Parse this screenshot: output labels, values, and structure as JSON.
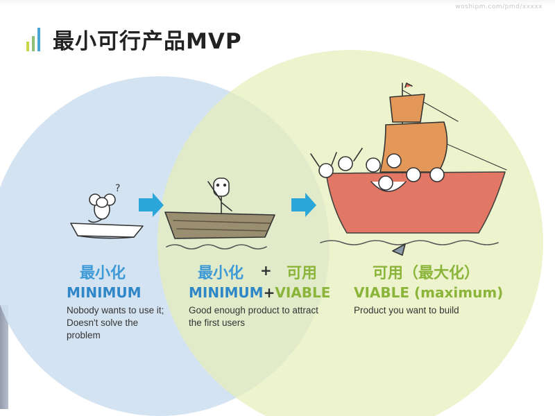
{
  "watermark": "woshipm.com/pmd/xxxxx",
  "title": "最小可行产品MVP",
  "colors": {
    "minimum_circle": "#cfe0f1",
    "viable_circle": "#e6efb9",
    "cn_blue": "#3d9ad6",
    "en_blue": "#2f87c8",
    "green": "#8bb43a",
    "arrow": "#2aa6d9",
    "sail": "#e3985a",
    "hull": "#e26d5e",
    "boat": "#9a8e70"
  },
  "stages": [
    {
      "label_cn": "最小化",
      "label_en": "MINIMUM",
      "description": [
        "Nobody wants to use it;",
        "Doesn't solve the",
        "problem"
      ],
      "icon": "mouse-in-small-boat"
    },
    {
      "label_cn_a": "最小化",
      "plus": "+",
      "label_cn_b": "可用",
      "label_en_a": "MINIMUM",
      "label_en_plus": "+",
      "label_en_b": "VIABLE",
      "description": [
        "Good enough product to attract",
        "the first users"
      ],
      "icon": "stickman-in-rowboat"
    },
    {
      "label_cn": "可用（最大化）",
      "label_en": "VIABLE (maximum)",
      "description": [
        "Product you want to build"
      ],
      "icon": "sailing-ship-with-crowd"
    }
  ]
}
